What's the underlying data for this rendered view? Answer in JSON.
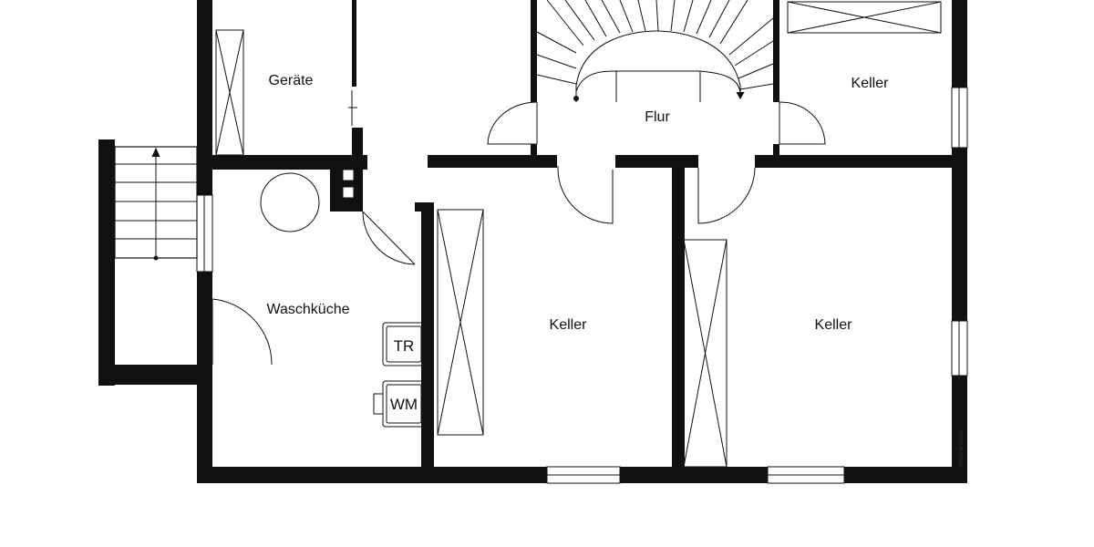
{
  "rooms": {
    "geraete": "Geräte",
    "keller_top_right": "Keller",
    "flur": "Flur",
    "waschkueche": "Waschküche",
    "keller_center": "Keller",
    "keller_right": "Keller"
  },
  "appliances": {
    "tr": "TR",
    "wm": "WM"
  },
  "watermark": "McGrundriss",
  "colors": {
    "wall": "#111111",
    "background": "#ffffff"
  }
}
